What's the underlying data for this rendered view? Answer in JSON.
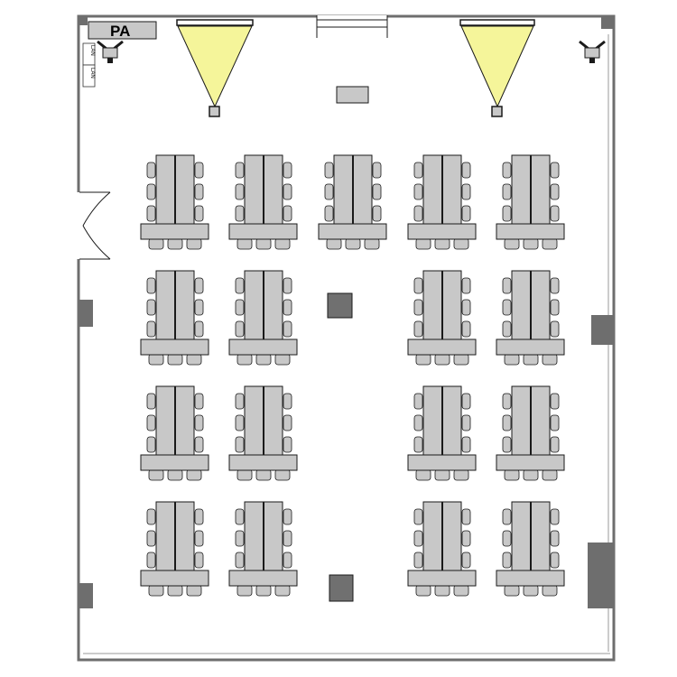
{
  "pa_label": "PA",
  "lan_labels": [
    "LAN",
    "LAN"
  ],
  "colors": {
    "wall": "#6e6e6e",
    "floor": "#ffffff",
    "table": "#c8c8c8",
    "chair": "#c8c8c8",
    "outline": "#1a1a1a",
    "projector_beam": "#f5f59a",
    "pillar": "#707070"
  },
  "layout": {
    "block_columns": 5,
    "block_rows": 4,
    "empty_blocks": [
      [
        1,
        2
      ],
      [
        2,
        2
      ],
      [
        3,
        2
      ]
    ],
    "pillars_in_column": 2,
    "chairs_per_side": 3,
    "chairs_at_head": 3
  },
  "icons": [
    "speaker-icon",
    "projector-icon",
    "door-icon",
    "screen-icon"
  ]
}
